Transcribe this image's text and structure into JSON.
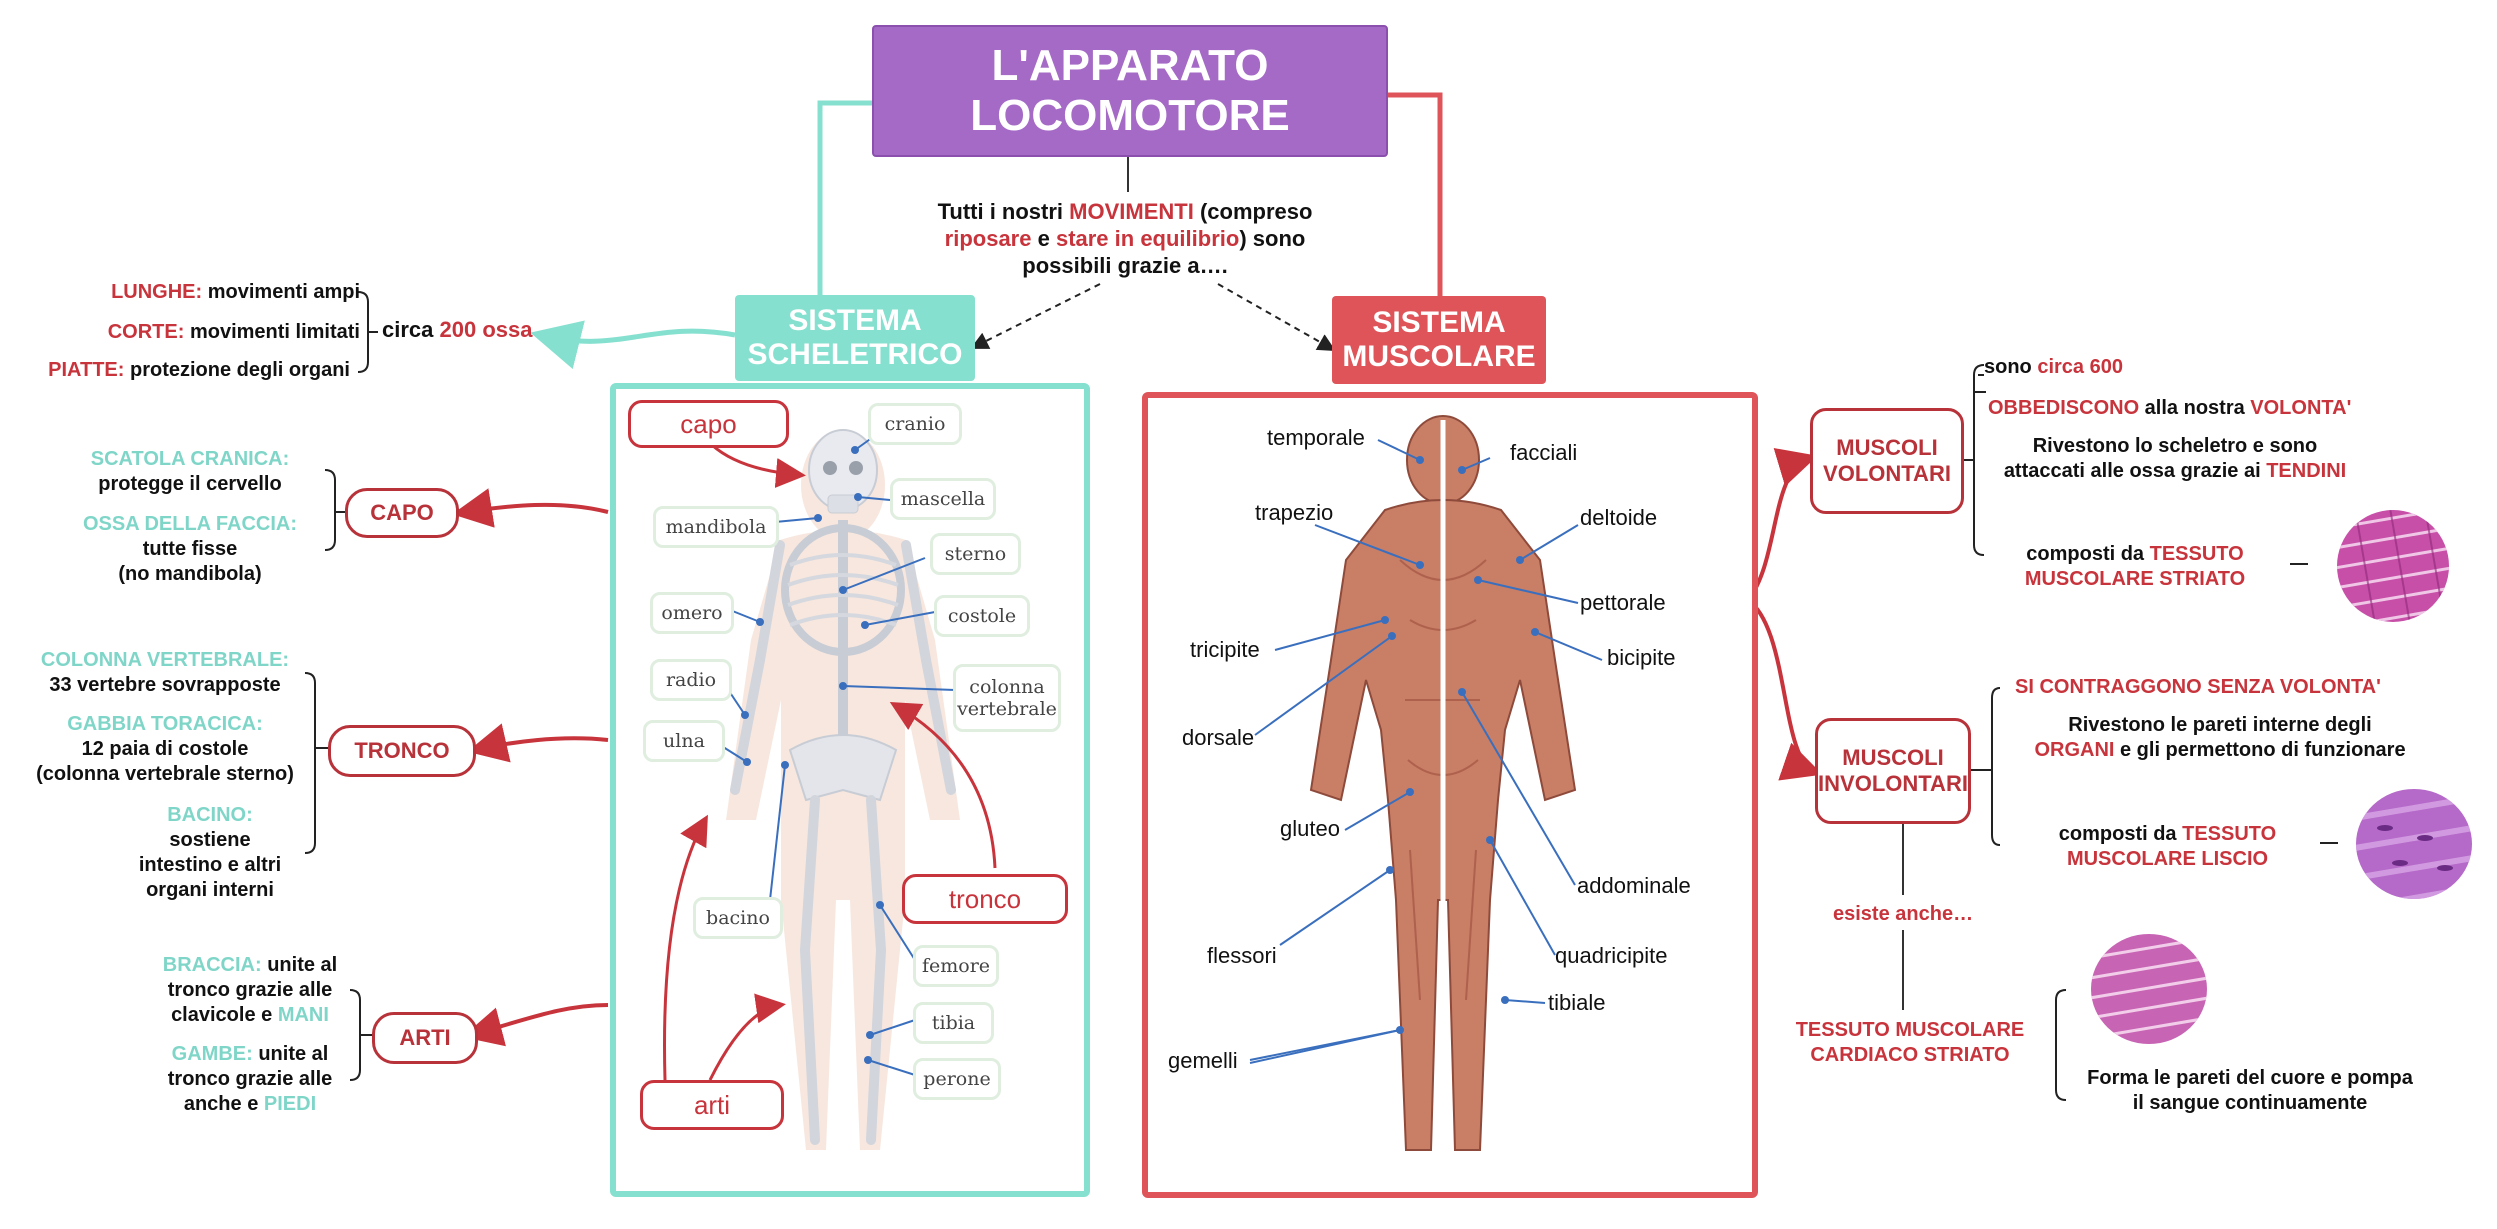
{
  "title": [
    "L'APPARATO",
    "LOCOMOTORE"
  ],
  "intro": {
    "p1": "Tutti i nostri ",
    "movimenti": "MOVIMENTI",
    "p2": " (compreso",
    "riposare": "riposare",
    "e": " e ",
    "stare": "stare in equilibrio",
    "p3": ") sono",
    "p4": "possibili grazie a…."
  },
  "scheletrico": {
    "header": [
      "SISTEMA",
      "SCHELETRICO"
    ],
    "circa": "circa ",
    "ossa": "200 ossa",
    "lunghe": {
      "k": "LUNGHE:",
      "v": " movimenti ampi"
    },
    "corte": {
      "k": "CORTE:",
      "v": " movimenti limitati"
    },
    "piatte": {
      "k": "PIATTE:",
      "v": " protezione degli organi"
    },
    "capo": {
      "label": "CAPO",
      "scatola_k": "SCATOLA CRANICA:",
      "scatola_v": "protegge il cervello",
      "faccia_k": "OSSA DELLA FACCIA:",
      "faccia_v1": "tutte fisse",
      "faccia_v2": "(no mandibola)"
    },
    "tronco": {
      "label": "TRONCO",
      "col_k": "COLONNA VERTEBRALE:",
      "col_v": "33 vertebre sovrapposte",
      "gab_k": "GABBIA TORACICA:",
      "gab_v1": "12 paia di costole",
      "gab_v2": "(colonna vertebrale sterno)",
      "bac_k": "BACINO:",
      "bac_v1": "sostiene",
      "bac_v2": "intestino e altri",
      "bac_v3": "organi interni"
    },
    "arti": {
      "label": "ARTI",
      "brac_k": "BRACCIA:",
      "brac_v1": " unite al",
      "brac_v2": "tronco grazie alle",
      "brac_v3": "clavicole e ",
      "mani": "MANI",
      "gam_k": "GAMBE:",
      "gam_v1": " unite al",
      "gam_v2": "tronco grazie alle",
      "gam_v3": "anche e ",
      "piedi": "PIEDI"
    },
    "bones": {
      "cranio": "cranio",
      "mascella": "mascella",
      "mandibola": "mandibola",
      "sterno": "sterno",
      "omero": "omero",
      "costole": "costole",
      "radio": "radio",
      "colonna1": "colonna",
      "colonna2": "vertebrale",
      "ulna": "ulna",
      "bacino": "bacino",
      "femore": "femore",
      "tibia": "tibia",
      "perone": "perone"
    },
    "tags": {
      "capo": "capo",
      "tronco": "tronco",
      "arti": "arti"
    }
  },
  "muscolare": {
    "header": [
      "SISTEMA",
      "MUSCOLARE"
    ],
    "muscles": {
      "temporale": "temporale",
      "facciali": "facciali",
      "trapezio": "trapezio",
      "deltoide": "deltoide",
      "pettorale": "pettorale",
      "tricipite": "tricipite",
      "bicipite": "bicipite",
      "dorsale": "dorsale",
      "gluteo": "gluteo",
      "addominale": "addominale",
      "flessori": "flessori",
      "quadricipite": "quadricipite",
      "tibiale": "tibiale",
      "gemelli": "gemelli"
    },
    "volontari": {
      "label": [
        "MUSCOLI",
        "VOLONTARI"
      ],
      "sono": "sono ",
      "circa": "circa 600",
      "obb": "OBBEDISCONO",
      "alla": " alla nostra ",
      "volonta": "VOLONTA'",
      "riv1": "Rivestono lo scheletro e sono",
      "riv2": "attaccati alle ossa grazie ai ",
      "tendini": "TENDINI",
      "comp": "composti da ",
      "tessuto": "TESSUTO",
      "striato": "MUSCOLARE STRIATO"
    },
    "involontari": {
      "label": [
        "MUSCOLI",
        "INVOLONTARI"
      ],
      "si": "SI CONTRAGGONO SENZA VOLONTA'",
      "riv1": "Rivestono le pareti interne degli",
      "organi": "ORGANI",
      "riv2": " e gli permettono di funzionare",
      "comp": "composti da ",
      "tessuto": "TESSUTO",
      "liscio": "MUSCOLARE LISCIO"
    },
    "esiste": "esiste anche…",
    "cardiaco": {
      "label1": "TESSUTO MUSCOLARE",
      "label2": "CARDIACO STRIATO",
      "desc1": "Forma le pareti del cuore e pompa",
      "desc2": "il sangue continuamente"
    }
  },
  "colors": {
    "teal": "#86e0cf",
    "red": "#c8343c",
    "purple": "#a56ac6"
  }
}
